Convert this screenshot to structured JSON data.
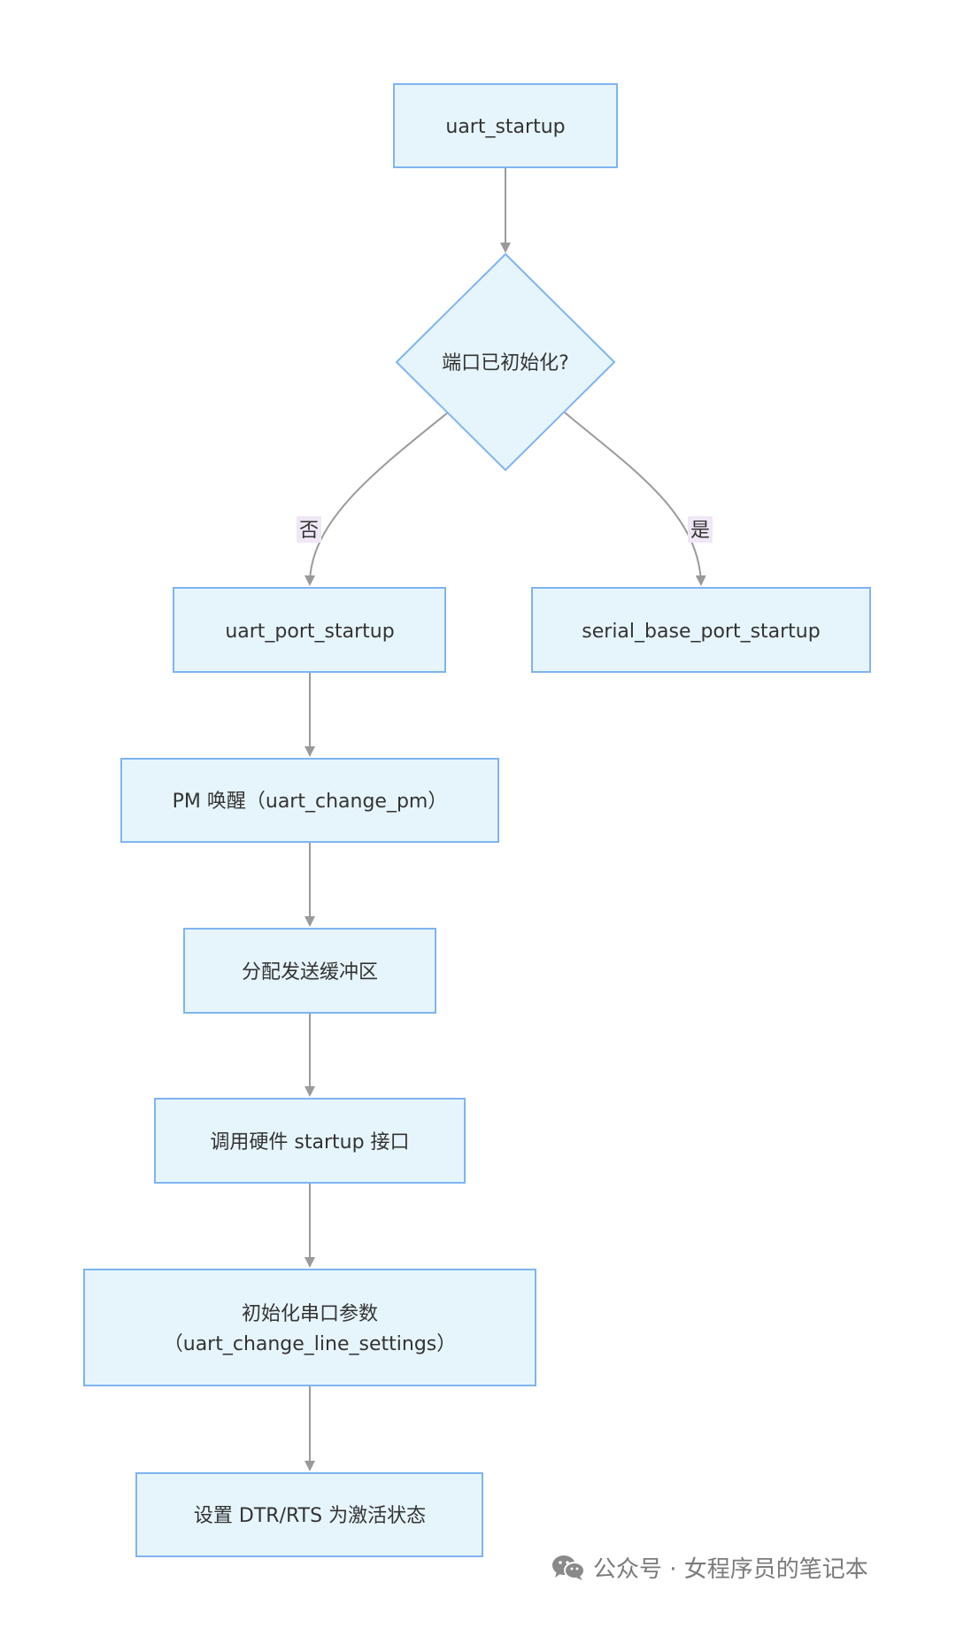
{
  "nodes": {
    "uart_startup": "uart_startup",
    "check_init": "端口已初始化?",
    "uart_port_startup": "uart_port_startup",
    "serial_base_port_startup": "serial_base_port_startup",
    "pm_wakeup": "PM 唤醒（uart_change_pm）",
    "alloc_buffer": "分配发送缓冲区",
    "hw_startup": "调用硬件 startup 接口",
    "init_params_line1": "初始化串口参数",
    "init_params_line2": "（uart_change_line_settings）",
    "set_dtr_rts": "设置 DTR/RTS 为激活状态"
  },
  "edges": {
    "no_label": "否",
    "yes_label": "是"
  },
  "footer": {
    "icon": "wechat-icon",
    "text": "公众号 · 女程序员的笔记本"
  }
}
